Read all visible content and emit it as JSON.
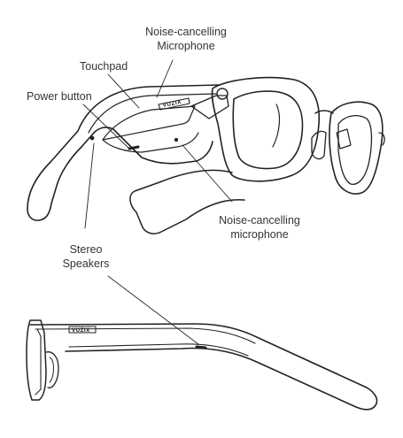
{
  "labels": {
    "noise_top_line1": "Noise-cancelling",
    "noise_top_line2": "Microphone",
    "touchpad": "Touchpad",
    "power_button": "Power button",
    "noise_bottom_line1": "Noise-cancelling",
    "noise_bottom_line2": "microphone",
    "stereo_line1": "Stereo",
    "stereo_line2": "Speakers"
  },
  "brand": "VUZIX",
  "colors": {
    "line": "#222222",
    "text": "#333333",
    "background": "#ffffff"
  }
}
